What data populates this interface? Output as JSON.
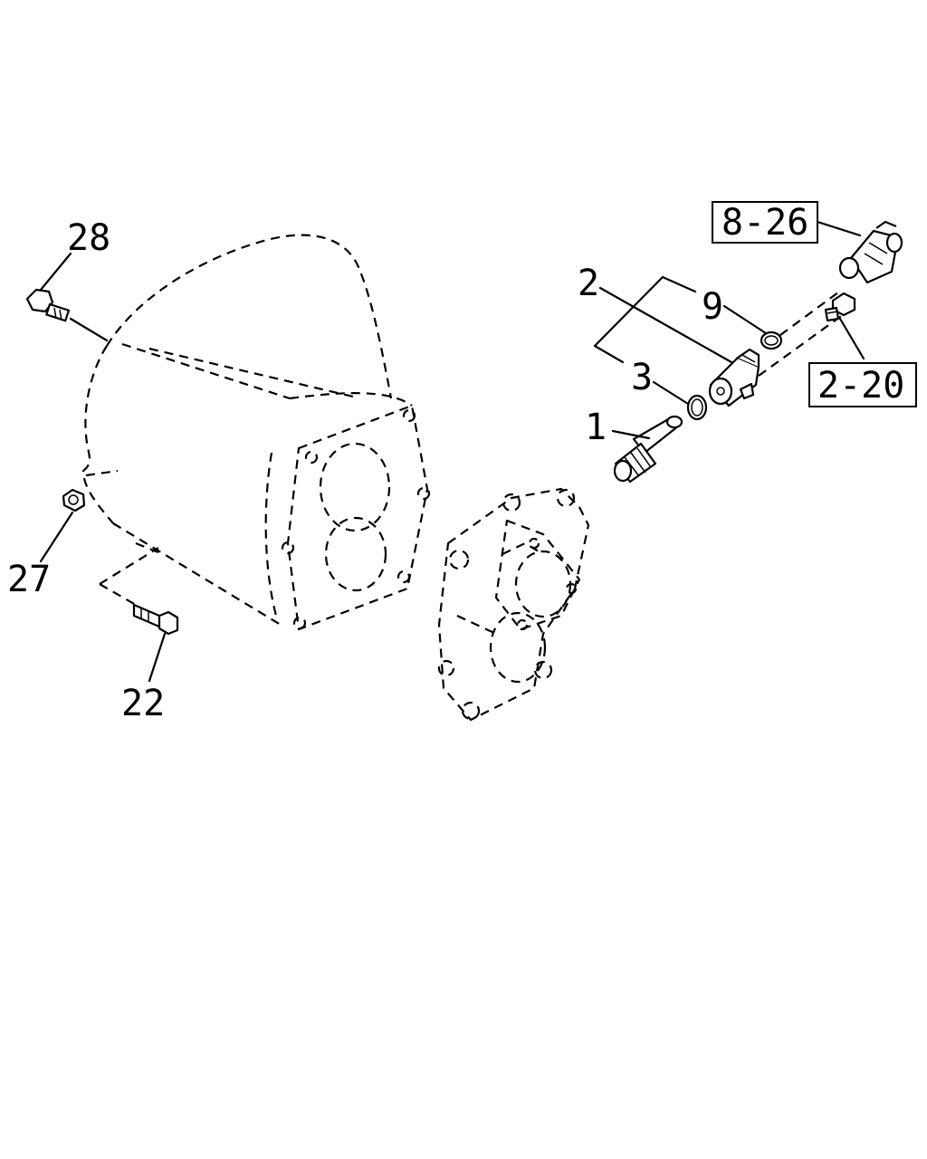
{
  "callouts": {
    "c28": "28",
    "c27": "27",
    "c22": "22",
    "c2": "2",
    "c9": "9",
    "c3": "3",
    "c1": "1",
    "c8_26": "8-26",
    "c2_20": "2-20"
  }
}
